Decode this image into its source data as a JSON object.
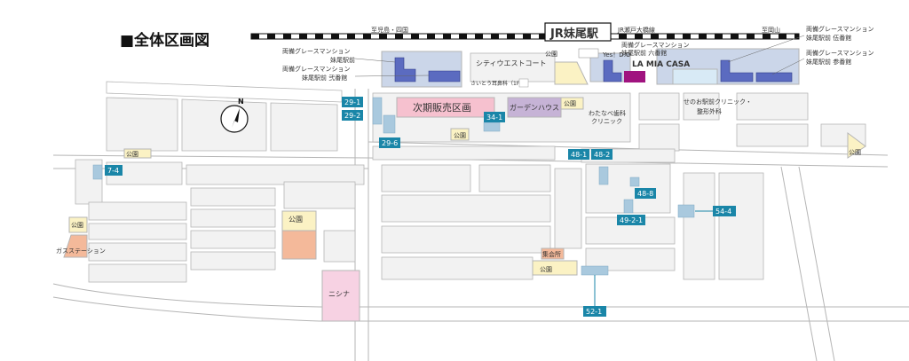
{
  "title": "■全体区画図",
  "stations": {
    "jr_station": "JR妹尾駅",
    "rail_left": "至児島・四国",
    "rail_center": "JR瀬戸大橋線",
    "rail_right": "至岡山",
    "north": "N"
  },
  "labels": {
    "grace_1": "両備グレースマンション",
    "grace_1b": "妹尾駅前",
    "grace_2": "両備グレースマンション",
    "grace_2b": "妹尾駅前 弐番館",
    "grace_6": "両備グレースマンション",
    "grace_6b": "妹尾駅前 六番館",
    "grace_5": "両備グレースマンション",
    "grace_5b": "妹尾駅前 伍番館",
    "grace_3": "両備グレースマンション",
    "grace_3b": "妹尾駅前 参番館",
    "park_station": "公園",
    "yes_do": "Yes！D.O",
    "city_court": "シティウエストコート",
    "saito": "さいとう耳鼻科（1F）",
    "la_mia_casa": "LA MIA CASA",
    "next_sale": "次期販売区画",
    "garden_house": "ガーデンハウス",
    "park_garden": "公園",
    "watanabe": "わたなべ歯科",
    "watanabe_b": "クリニック",
    "seo_clinic": "せのお駅前クリニック・",
    "seo_clinic_b": "整形外科",
    "park_right": "公園",
    "park_mid": "公園",
    "park_left_top": "公園",
    "park_left": "公園",
    "gas_station": "ガスステーション",
    "park_big": "公園",
    "nishina": "ニシナ",
    "community": "集会所",
    "park_community": "公園"
  },
  "lots": [
    "29-1",
    "29-2",
    "29-6",
    "34-1",
    "7-4",
    "48-1",
    "48-2",
    "48-8",
    "49-2-1",
    "54-4",
    "52-1"
  ],
  "colors": {
    "lot_blue": "#1a86a8",
    "lot_fill": "#a9c9de",
    "next_sale_fill": "#f6c1cf",
    "next_sale_text": "#e0003c",
    "garden_fill": "#c6b3d6",
    "park_fill": "#fbf2c4",
    "orange_fill": "#f4b99a",
    "pink_fill": "#f7d2e3",
    "grace_fill": "#5b6bc0",
    "la_mia_fill": "#a0137f",
    "station_area": "#cbd6e9"
  }
}
